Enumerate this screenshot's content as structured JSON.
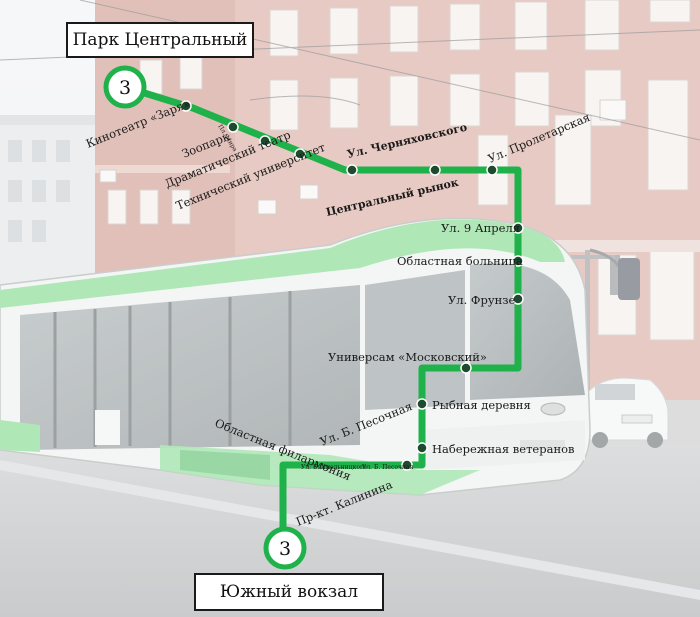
{
  "colors": {
    "route": "#1fb14a",
    "stop_dot": "#1e4a2e",
    "sky": "#eef1f3",
    "building_brick": "#c98a7c",
    "road": "#b9bcbd",
    "tram_green": "#6fd07d",
    "tram_body": "#eef0ef"
  },
  "route": {
    "number": "3",
    "start_terminal": "Парк Центральный",
    "end_terminal": "Южный вокзал"
  },
  "stops": [
    {
      "label": "Кинотеатр «Заря»"
    },
    {
      "label": "Пл. Мира"
    },
    {
      "label": "Зоопарк"
    },
    {
      "label": "Драматический театр"
    },
    {
      "label": "Технический университет"
    },
    {
      "label": "Ул. Черняховского"
    },
    {
      "label": "Центральный рынок"
    },
    {
      "label": "Ул. Пролетарская"
    },
    {
      "label": "Ул. 9 Апреля"
    },
    {
      "label": "Областная больница"
    },
    {
      "label": "Ул. Фрунзе"
    },
    {
      "label": "Универсам «Московский»"
    },
    {
      "label": "Рыбная деревня"
    },
    {
      "label": "Набережная ветеранов"
    },
    {
      "label": "Ул. Б. Песочная"
    },
    {
      "label": "Ул. Б. Песочная"
    },
    {
      "label": "Ул. Б. Хмельницкого"
    },
    {
      "label": "Областная филармония"
    },
    {
      "label": "Пр-кт. Калинина"
    }
  ]
}
